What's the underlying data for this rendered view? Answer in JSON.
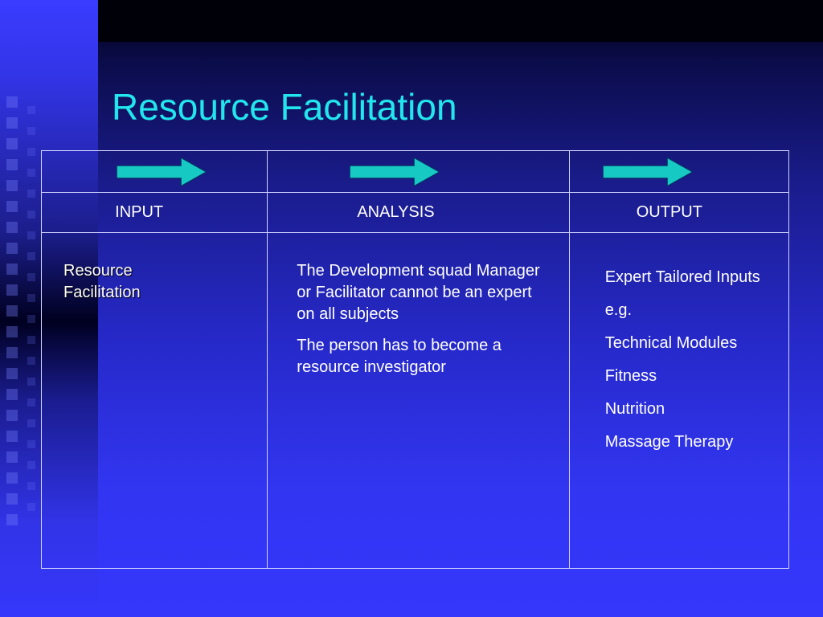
{
  "slide": {
    "title": "Resource Facilitation",
    "columns": [
      {
        "header": "INPUT",
        "content": [
          "Resource Facilitation"
        ]
      },
      {
        "header": "ANALYSIS",
        "content": [
          "The Development squad Manager or Facilitator cannot be an expert on all subjects",
          "The person has to become a resource investigator"
        ]
      },
      {
        "header": "OUTPUT",
        "content": [
          "Expert Tailored Inputs",
          "e.g.",
          "Technical Modules",
          "Fitness",
          "Nutrition",
          "Massage Therapy"
        ]
      }
    ]
  },
  "colors": {
    "title": "#22e6ee",
    "arrow_fill": "#16c9c3",
    "text": "#ffffff",
    "grid_border": "#cfd2ff",
    "background_bottom": "#3537fb"
  },
  "icons": [
    "right-arrow-icon",
    "right-arrow-icon",
    "right-arrow-icon"
  ]
}
